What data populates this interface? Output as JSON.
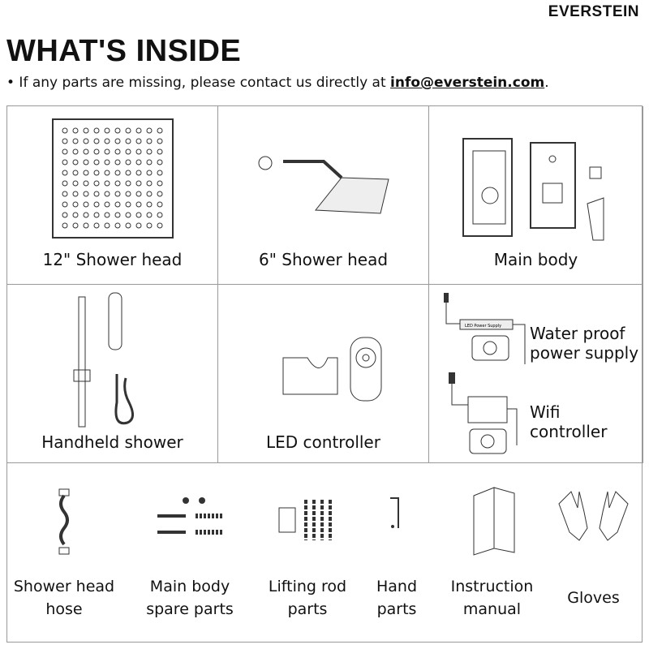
{
  "brand": {
    "logo": "EVERSTEIN"
  },
  "header": {
    "title": "WHAT'S INSIDE",
    "note_prefix": "• If any parts are missing, please contact us directly at ",
    "email": "info@everstein.com",
    "note_suffix": "."
  },
  "items": [
    {
      "label": "12\" Shower head"
    },
    {
      "label": "6\" Shower head"
    },
    {
      "label": "Main body"
    },
    {
      "label": "Handheld shower"
    },
    {
      "label": "LED controller"
    },
    {
      "label": "Water proof power supply",
      "line1": "Water proof",
      "line2": "power supply",
      "device_text": "LED Power Supply"
    },
    {
      "label": "Wifi controller"
    }
  ],
  "parts": [
    {
      "line1": "Shower head",
      "line2": "hose"
    },
    {
      "line1": "Main body",
      "line2": "spare parts"
    },
    {
      "line1": "Lifting rod",
      "line2": "parts"
    },
    {
      "line1": "Hand",
      "line2": "parts"
    },
    {
      "line1": "Instruction",
      "line2": "manual"
    },
    {
      "line1": "Gloves",
      "line2": ""
    }
  ]
}
